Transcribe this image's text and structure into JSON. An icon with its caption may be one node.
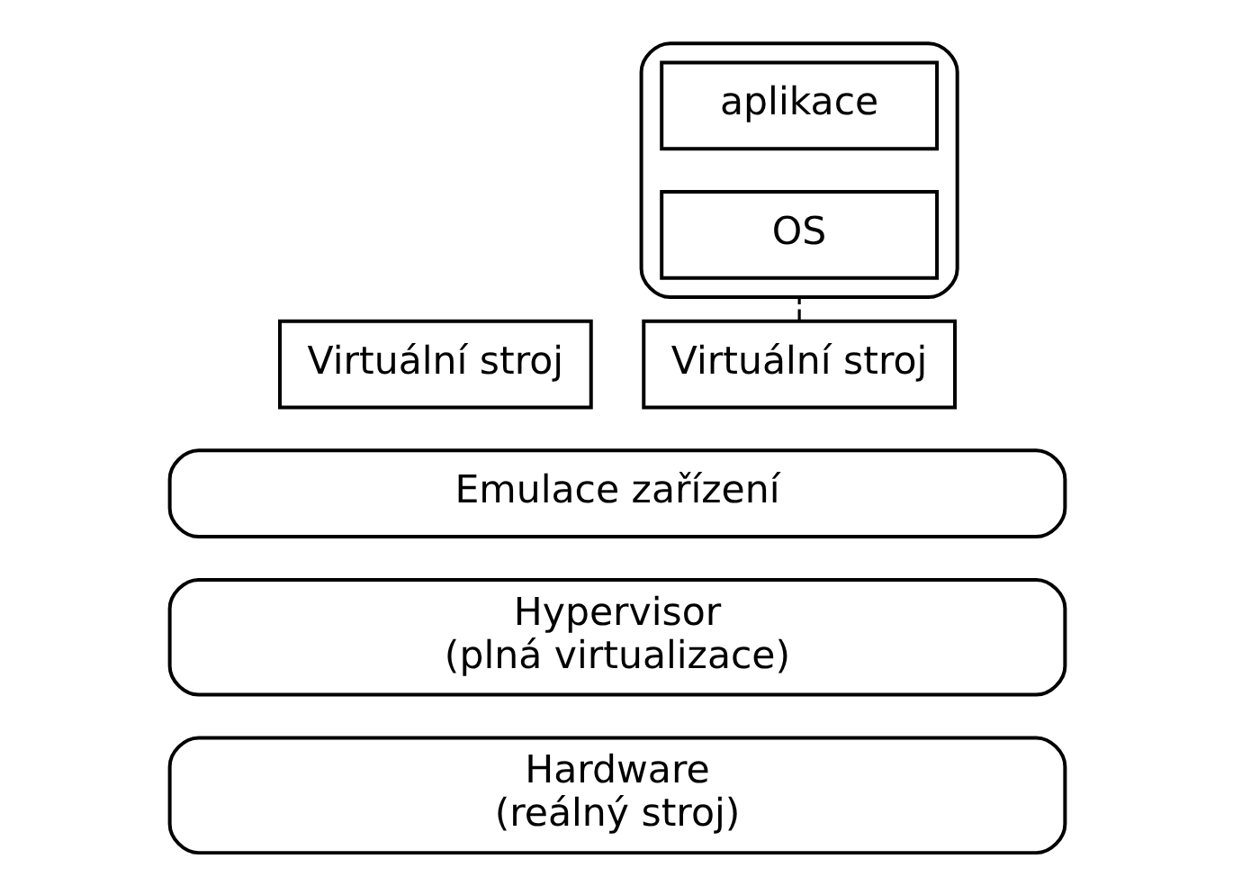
{
  "diagram": {
    "nodes": [
      {
        "text": [
          "Virtuální stroj"
        ]
      },
      {
        "text": [
          "Virtuální stroj"
        ]
      },
      {
        "text": [],
        "shape": "ellipse"
      },
      {
        "text": [
          "aplikace"
        ],
        "in": 2
      },
      {
        "text": [
          "OS"
        ],
        "in": 2
      },
      {
        "text": [
          "Emulace zařízení"
        ]
      },
      {
        "text": [
          "Hypervisor",
          "(plná virtualizace)"
        ]
      },
      {
        "text": [
          "Hardware",
          "(reálný stroj)"
        ]
      }
    ],
    "edges": [
      {
        "from": 1,
        "to": 2,
        "arrow": "none",
        "style": "dashed"
      }
    ]
  }
}
